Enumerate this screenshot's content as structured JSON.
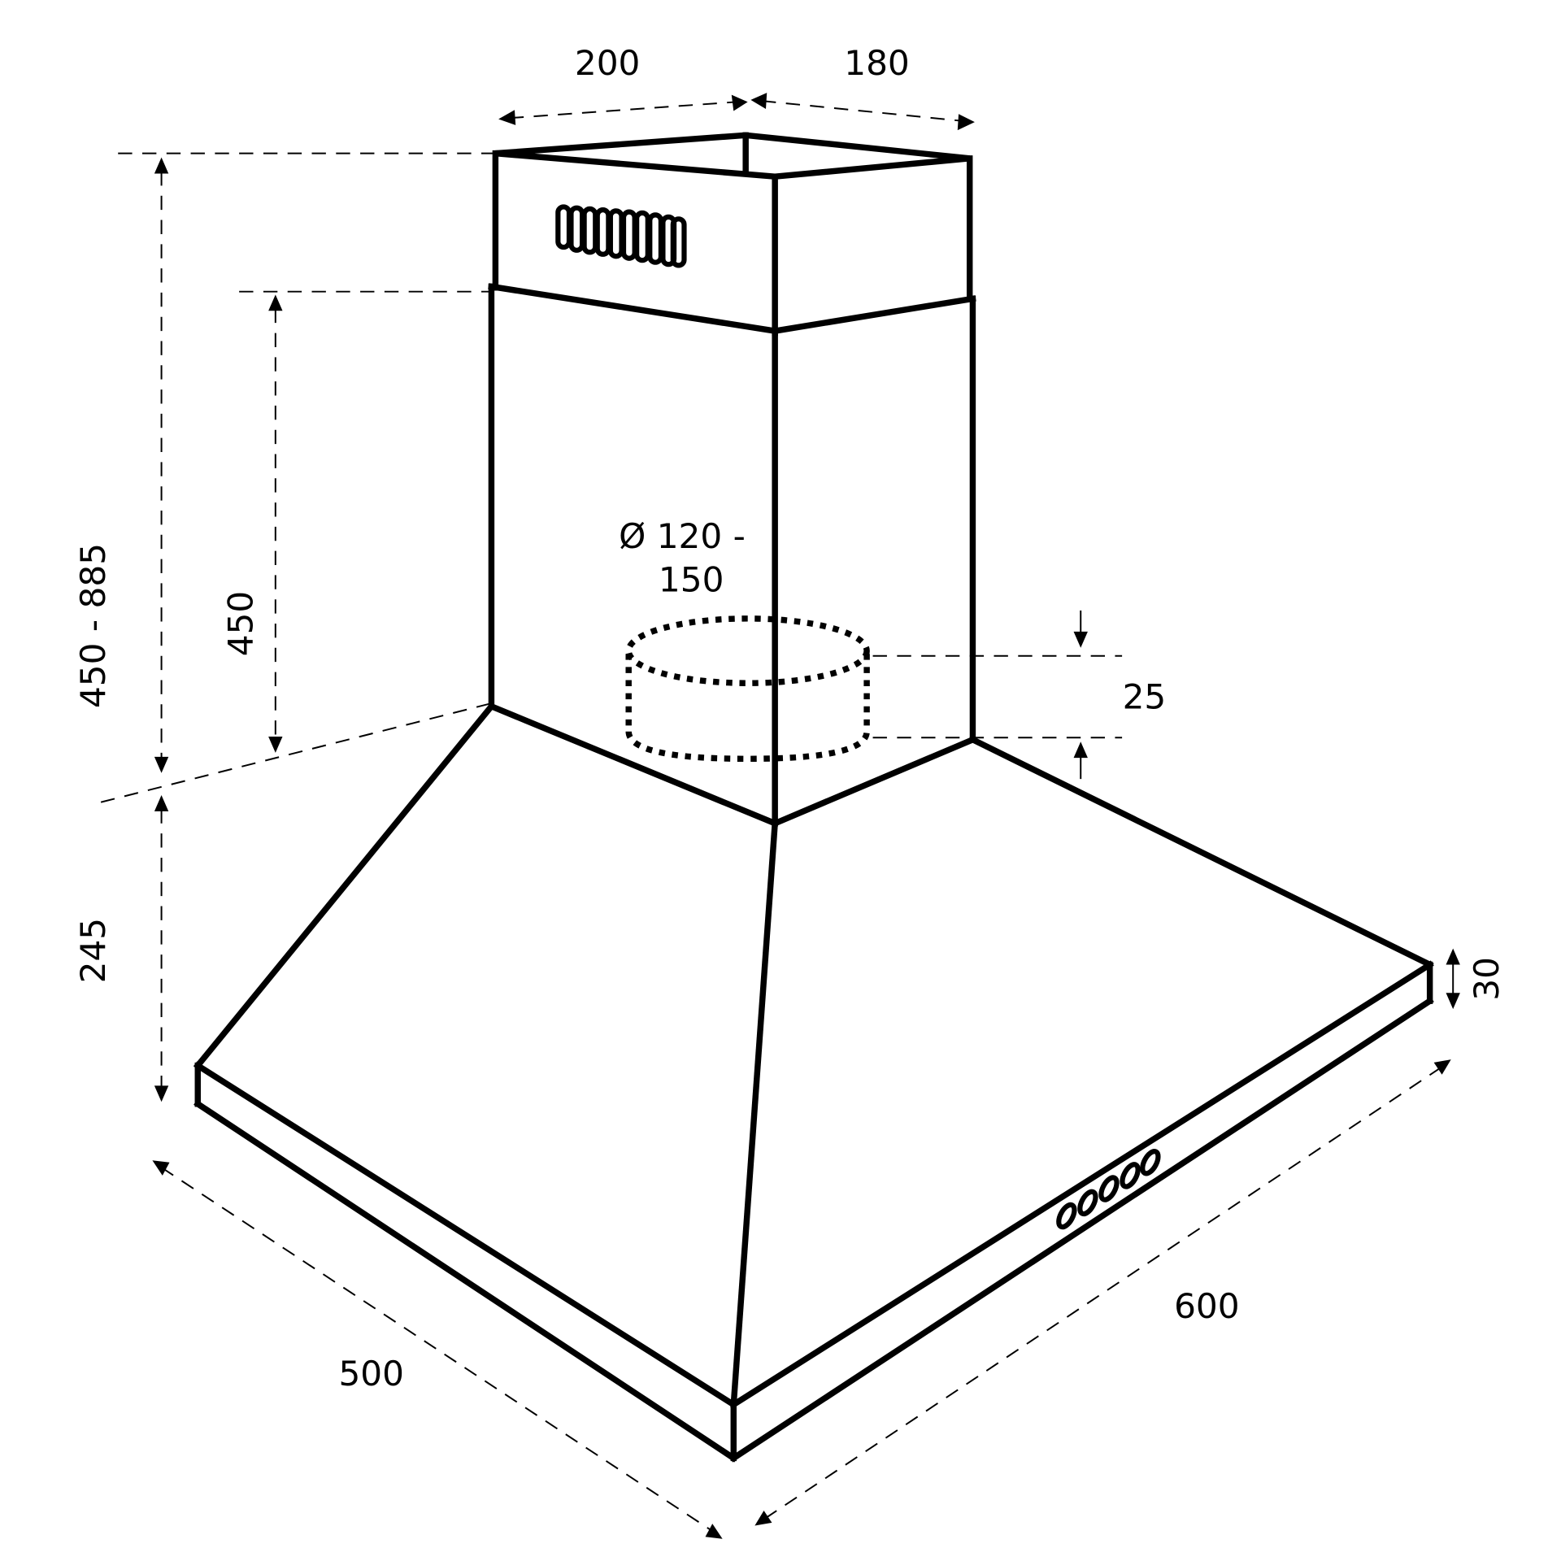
{
  "figure": {
    "subject": "Chimney range hood dimension drawing",
    "units": "mm",
    "line_color": "#000000",
    "background": "#ffffff"
  },
  "dimensions": {
    "chimney_width": "200",
    "chimney_depth": "180",
    "total_chimney_height": "450 - 885",
    "lower_chimney_height": "450",
    "canopy_height": "245",
    "duct_diameter_line1": "Ø 120 -",
    "duct_diameter_line2": "150",
    "collar_height": "25",
    "front_panel_thickness": "30",
    "hood_depth": "500",
    "hood_width": "600"
  }
}
